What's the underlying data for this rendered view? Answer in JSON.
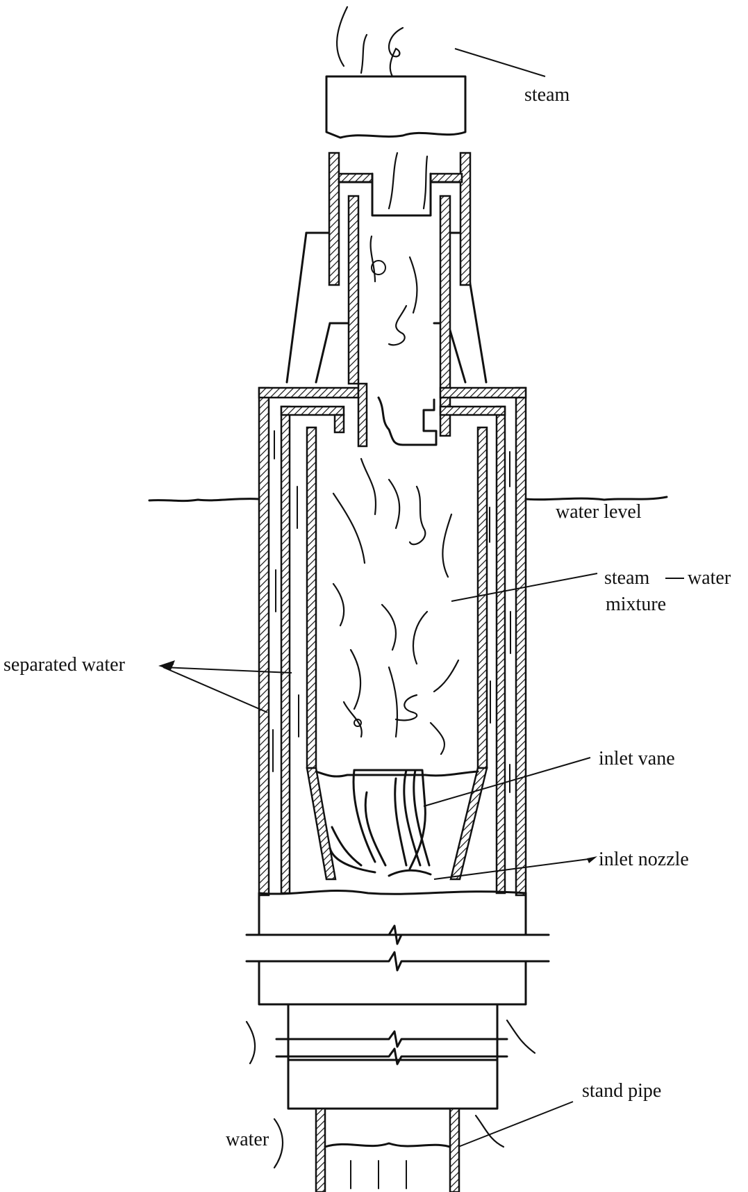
{
  "diagram": {
    "labels": {
      "steam": "steam",
      "water_level": "water level",
      "steam_water_line1": "steam",
      "steam_water_line2": "water",
      "steam_water_line3": "mixture",
      "separated_water": "separated water",
      "inlet_vane": "inlet vane",
      "inlet_nozzle": "inlet nozzle",
      "stand_pipe": "stand pipe",
      "water": "water"
    }
  }
}
